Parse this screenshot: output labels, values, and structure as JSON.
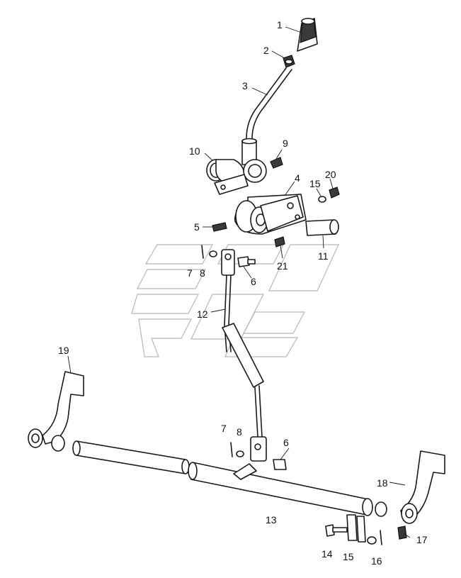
{
  "callouts": {
    "c1": "1",
    "c2": "2",
    "c3": "3",
    "c4": "4",
    "c5": "5",
    "c6a": "6",
    "c6b": "6",
    "c7a": "7",
    "c7b": "7",
    "c8a": "8",
    "c8b": "8",
    "c9": "9",
    "c10": "10",
    "c11": "11",
    "c12": "12",
    "c13": "13",
    "c14": "14",
    "c15a": "15",
    "c15b": "15",
    "c16": "16",
    "c17": "17",
    "c18": "18",
    "c19": "19",
    "c20": "20",
    "c21": "21"
  }
}
